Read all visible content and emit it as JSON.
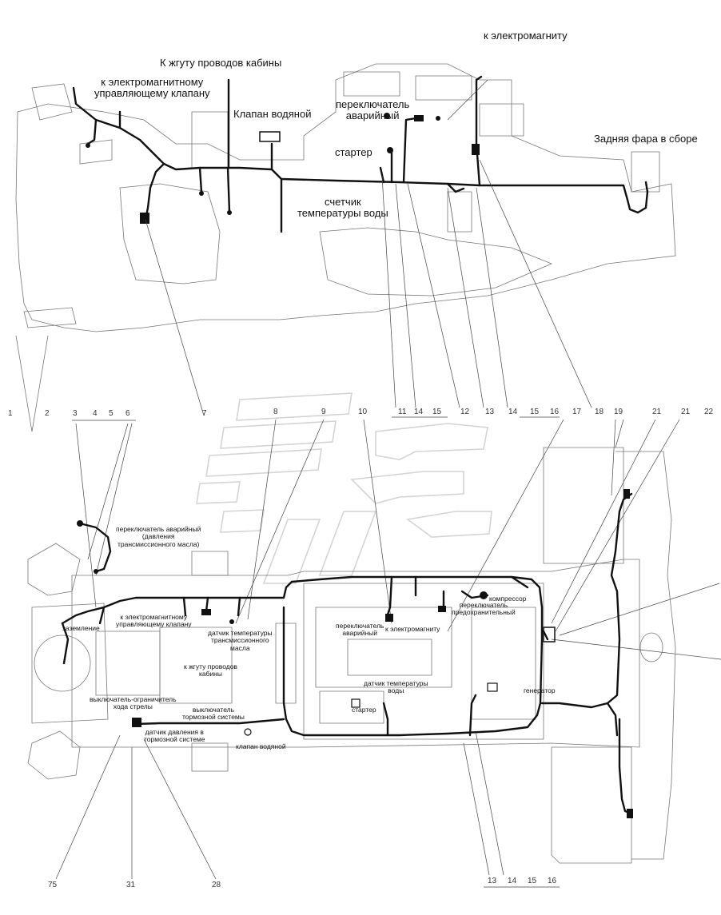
{
  "upper_labels": {
    "cab_harness": "К жгуту проводов кабины",
    "solenoid_control_valve": "к электромагнитному\nуправляющему клапану",
    "water_valve": "Клапан водяной",
    "hazard_switch": "переключатель\nаварийный",
    "to_solenoid": "к электромагниту",
    "starter": "стартер",
    "rear_headlight": "Задняя фара в сборе",
    "water_temp_sensor": "счетчик\nтемпературы воды"
  },
  "callouts": [
    "1",
    "2",
    "3",
    "4",
    "5",
    "6",
    "7",
    "8",
    "9",
    "10",
    "11",
    "14",
    "15",
    "12",
    "13",
    "14",
    "15",
    "16",
    "17",
    "18",
    "19",
    "21",
    "21",
    "22"
  ],
  "lower_labels": {
    "hazard_switch_transmission": "переключатель аварийный\n(давления\nтрансмиссионного масла)",
    "grounding": "заземление",
    "solenoid_control_valve": "к электромагнитному\nуправляющему клапану",
    "trans_oil_temp_sensor": "датчик температуры\nтрансмиссионного\nмасла",
    "hazard_switch": "переключатель\nаварийный",
    "to_solenoid": "к электромагниту",
    "compressor": "компрессор",
    "fuse_switch": "переключатель\nпредохранительный",
    "cab_harness": "к жгуту проводов\nкабины",
    "water_temp_sensor": "датчик температуры\nводы",
    "generator": "генератор",
    "boom_limit_switch": "выключатель-ограничитель\nхода стрелы",
    "brake_switch": "выключатель\nтормозной системы",
    "starter": "стартер",
    "brake_pressure_sensor": "датчик давления в\nтормозной системе",
    "water_valve": "клапан водяной"
  },
  "bottom_callouts": [
    "75",
    "31",
    "28",
    "13",
    "14",
    "15",
    "16"
  ],
  "colors": {
    "line": "#111111",
    "thin": "#555555",
    "watermark": "#d8d8d8",
    "background": "#ffffff"
  }
}
